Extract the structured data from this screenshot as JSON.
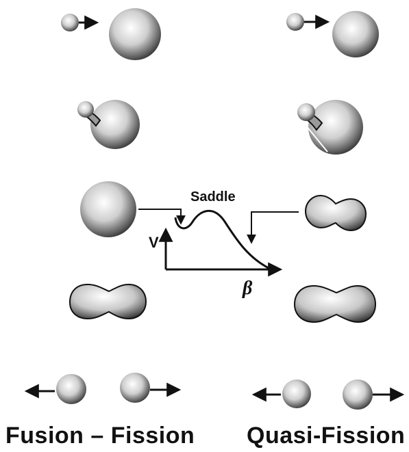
{
  "diagram": {
    "saddle_label": "Saddle",
    "y_axis_label": "V",
    "x_axis_label": "β",
    "left_caption": "Fusion – Fission",
    "right_caption": "Quasi-Fission"
  },
  "colors": {
    "ink": "#111111",
    "nucleus_light": "#ffffff",
    "nucleus_mid": "#bdbdbd",
    "nucleus_dark": "#1a1a1a"
  }
}
